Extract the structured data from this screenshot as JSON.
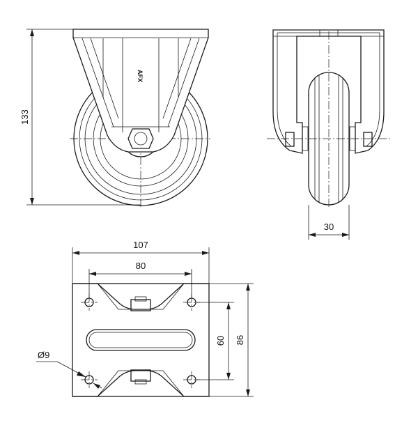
{
  "brand_text": "AFX",
  "dimensions": {
    "overall_height": "133",
    "wheel_width": "30",
    "plate_length": "107",
    "bolt_spacing_length": "80",
    "bolt_spacing_width": "60",
    "plate_width": "86",
    "bolt_hole_diameter": "Ø9"
  },
  "colors": {
    "line": "#1a1a1a",
    "background": "#ffffff"
  }
}
